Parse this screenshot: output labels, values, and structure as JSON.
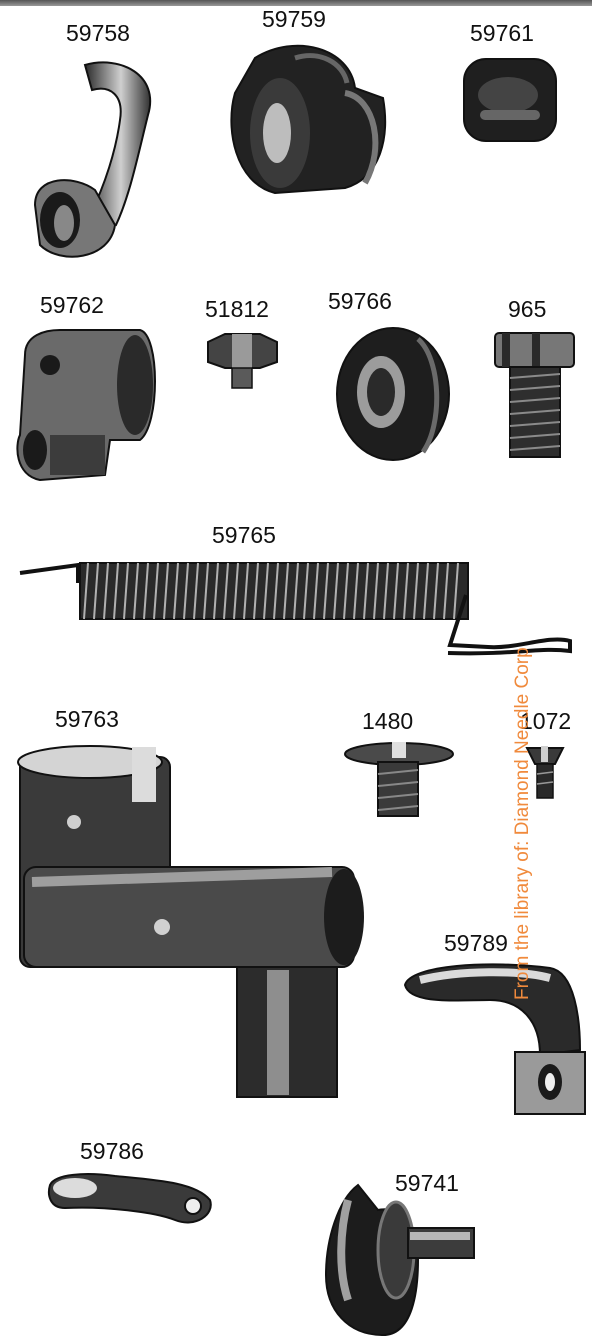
{
  "parts": {
    "p59758": "59758",
    "p59759": "59759",
    "p59761": "59761",
    "p59762": "59762",
    "p51812": "51812",
    "p59766": "59766",
    "p965": "965",
    "p59765": "59765",
    "p59763": "59763",
    "p1480": "1480",
    "p1072": "1072",
    "p59789": "59789",
    "p59786": "59786",
    "p59741": "59741"
  },
  "watermark": "From the library of: Diamond Needle Corp",
  "colors": {
    "metal_dark": "#1a1a1a",
    "metal_mid": "#555555",
    "metal_light": "#d8d8d8",
    "watermark": "#f08a3c"
  }
}
